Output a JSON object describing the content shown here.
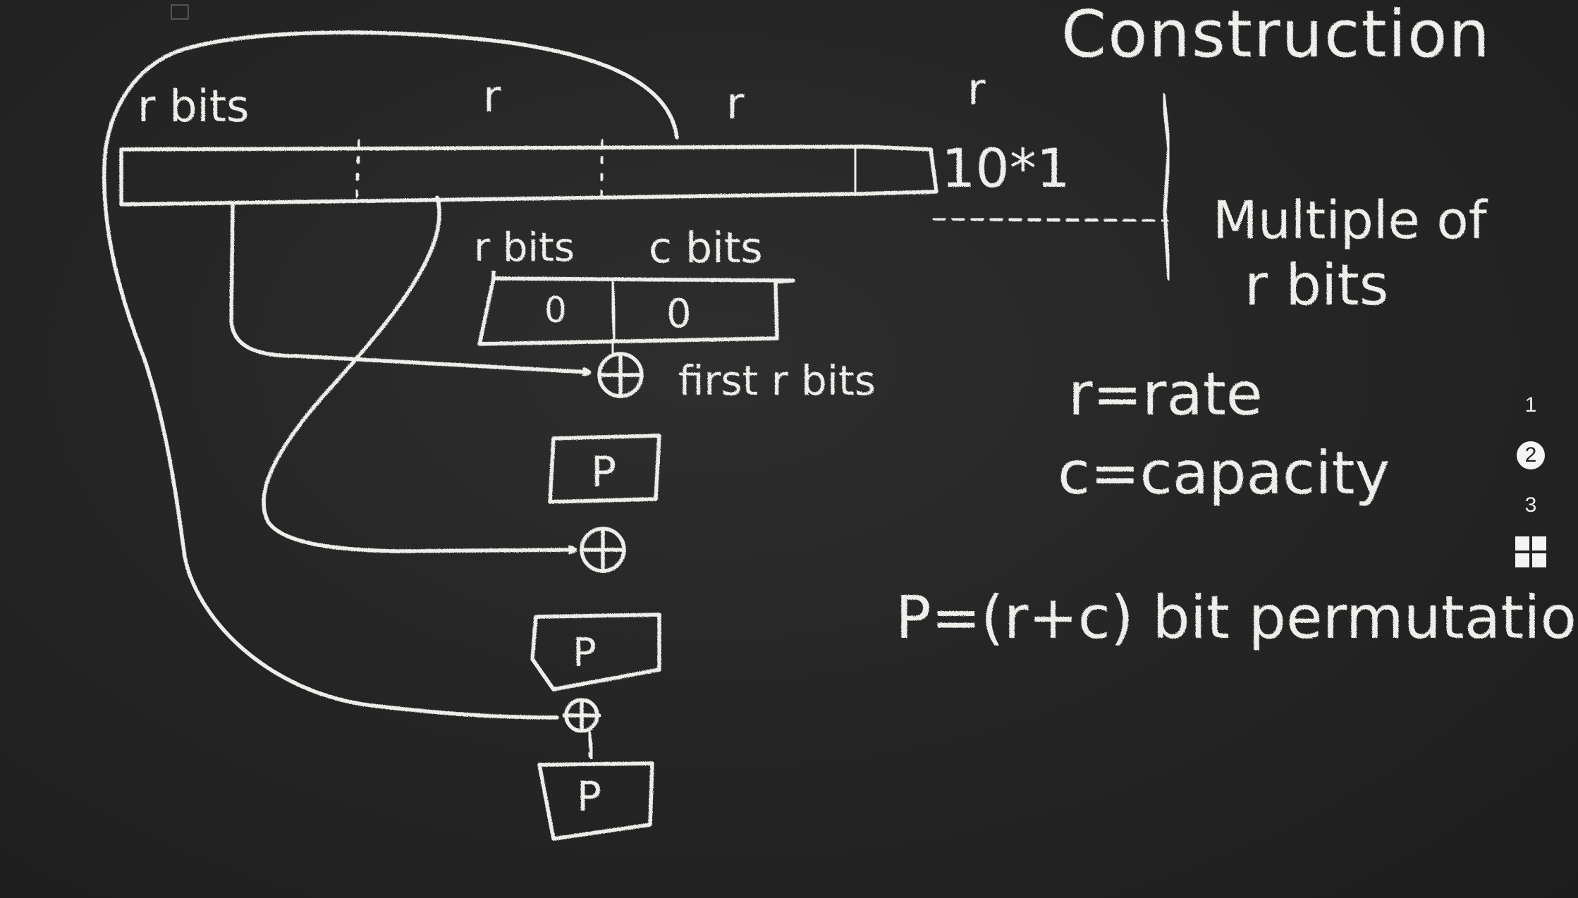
{
  "board": {
    "title": "Construction",
    "message_labels": {
      "first_block": "r bits",
      "second_block": "r",
      "third_block": "r",
      "padding_block": "r",
      "padding": "10*1"
    },
    "padding_note": [
      "Multiple of",
      "r bits"
    ],
    "state_labels": {
      "rate": "r bits",
      "capacity": "c bits"
    },
    "state_values": {
      "rate": "0",
      "capacity": "0"
    },
    "xor_note": "first r bits",
    "permutation_label": "P",
    "definitions": {
      "rate": "r=rate",
      "capacity": "c=capacity",
      "permutation": "P=(r+c) bit permutation"
    }
  },
  "pager": {
    "pages": [
      "1",
      "2",
      "3"
    ],
    "current": "2",
    "grid_icon": "grid-view-icon"
  },
  "colors": {
    "chalkboard": "#262626",
    "chalk": "#eeeeea",
    "pager_active_bg": "#f4f4f4"
  }
}
